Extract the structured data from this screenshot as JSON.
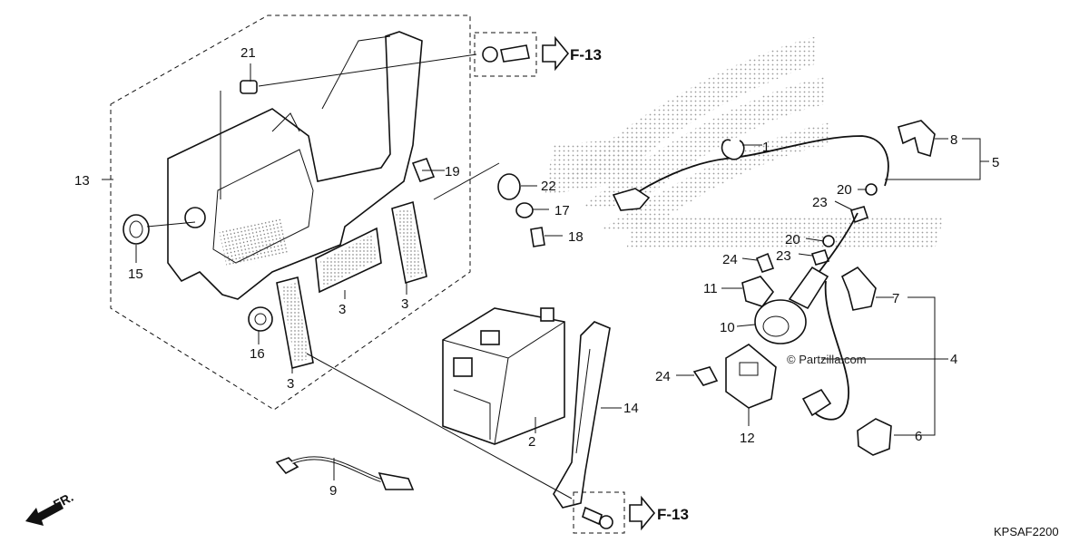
{
  "labels": {
    "p1": "1",
    "p2": "2",
    "p3a": "3",
    "p3b": "3",
    "p3c": "3",
    "p4": "4",
    "p5": "5",
    "p6": "6",
    "p7": "7",
    "p8": "8",
    "p9": "9",
    "p10": "10",
    "p11": "11",
    "p12": "12",
    "p13": "13",
    "p14": "14",
    "p15": "15",
    "p16": "16",
    "p17": "17",
    "p18": "18",
    "p19": "19",
    "p20a": "20",
    "p20b": "20",
    "p21": "21",
    "p22": "22",
    "p23a": "23",
    "p23b": "23",
    "p24a": "24",
    "p24b": "24"
  },
  "references": {
    "top": "F-13",
    "bottom": "F-13"
  },
  "direction": "FR.",
  "watermark": "© Partzilla.com",
  "diagram_code": "KPSAF2200",
  "colors": {
    "line": "#111111",
    "background": "#ffffff",
    "logo_dots": "#9a9a9a"
  }
}
